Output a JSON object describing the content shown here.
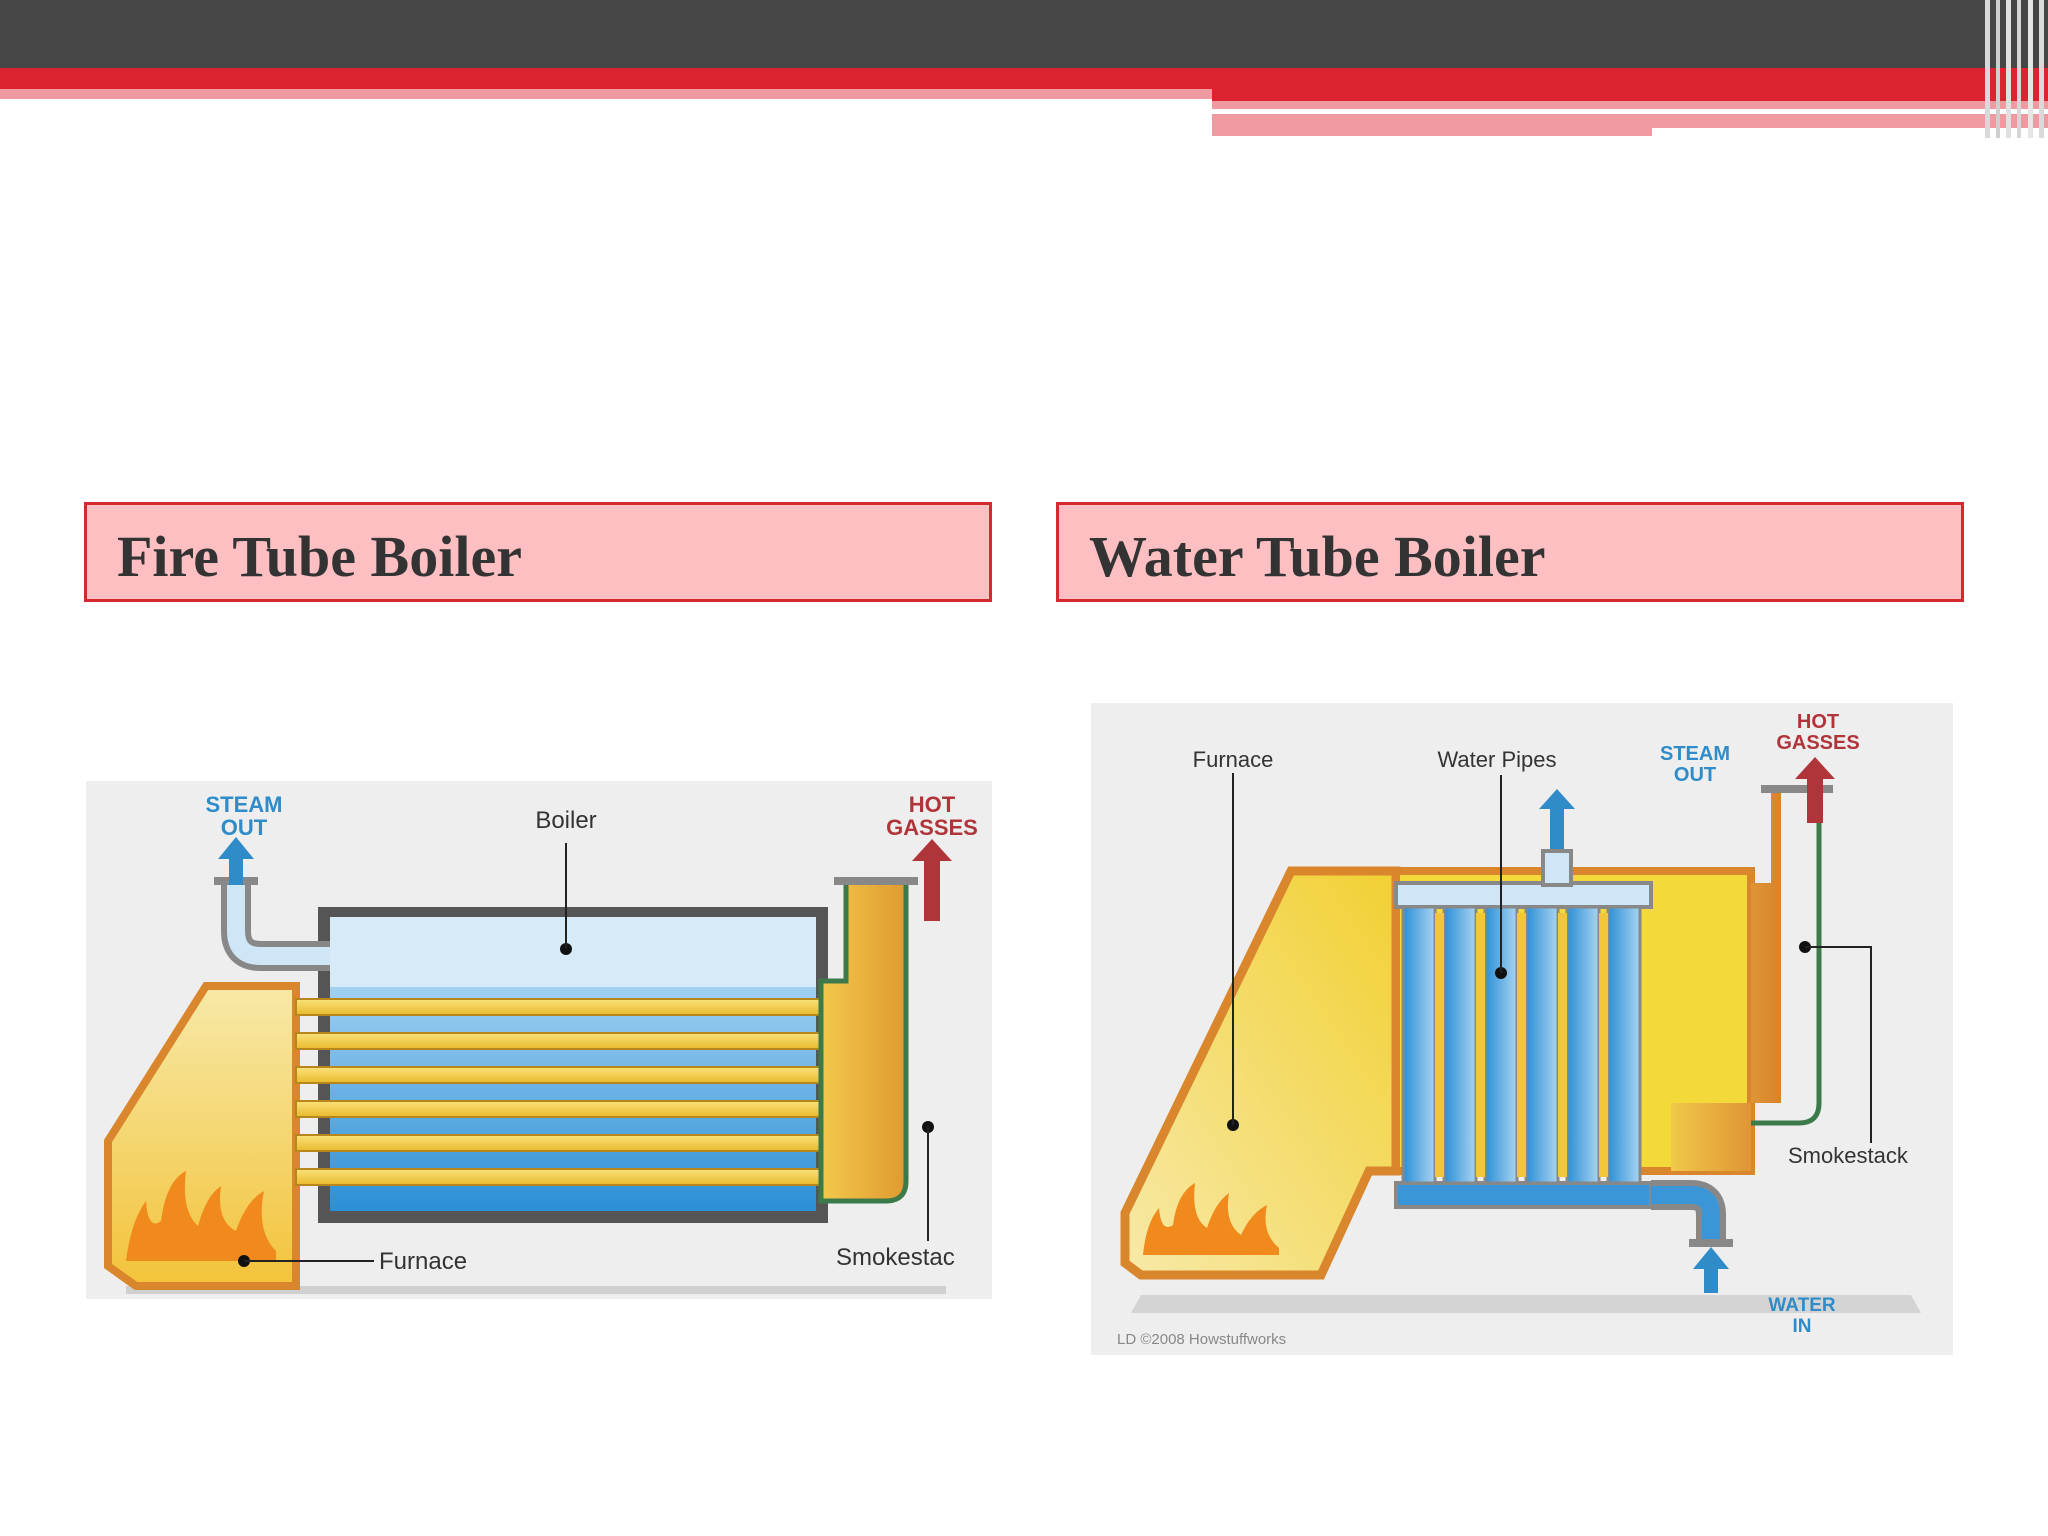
{
  "slide": {
    "left_title": "Fire Tube Boiler",
    "right_title": "Water Tube Boiler"
  },
  "fire_tube": {
    "steam_label_1": "STEAM",
    "steam_label_2": "OUT",
    "boiler_label": "Boiler",
    "hot_label_1": "HOT",
    "hot_label_2": "GASSES",
    "furnace_label": "Furnace",
    "smokestack_label": "Smokestac"
  },
  "water_tube": {
    "furnace_label": "Furnace",
    "pipes_label": "Water Pipes",
    "steam_label_1": "STEAM",
    "steam_label_2": "OUT",
    "hot_label_1": "HOT",
    "hot_label_2": "GASSES",
    "smokestack_label": "Smokestack",
    "water_label_1": "WATER",
    "water_label_2": "IN",
    "credit": "LD ©2008 Howstuffworks"
  },
  "colors": {
    "header_dark": "#464646",
    "header_red": "#dc2430",
    "header_pink": "#ee9aa0",
    "title_fill": "#fdbfc2",
    "title_border": "#d42a2e",
    "label_blue": "#2f8cc8",
    "label_red": "#b0353a"
  }
}
